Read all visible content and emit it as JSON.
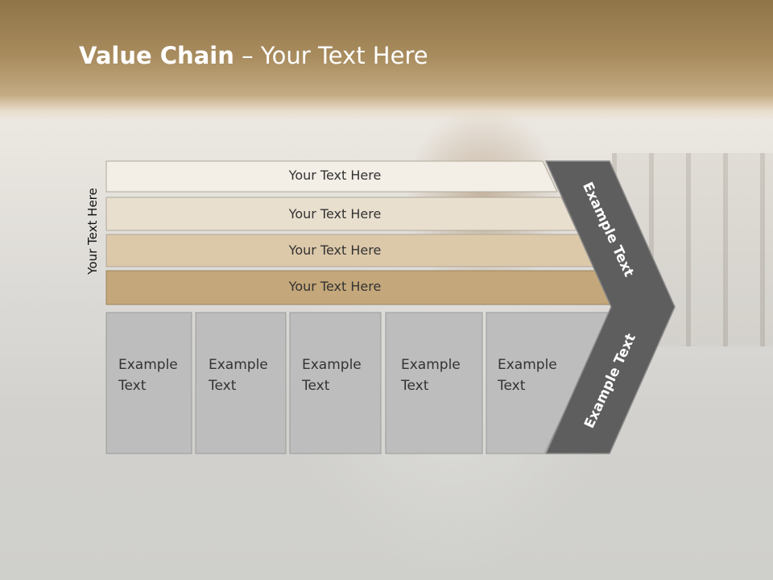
{
  "title": {
    "bold": "Value Chain",
    "rest": " – Your Text Here"
  },
  "side_label": "Your Text Here",
  "rows": [
    {
      "label": "Your Text Here",
      "color": "#f3eee6"
    },
    {
      "label": "Your Text Here",
      "color": "#e9dfcf"
    },
    {
      "label": "Your Text Here",
      "color": "#dcc9aa"
    },
    {
      "label": "Your Text Here",
      "color": "#c4a77a"
    }
  ],
  "boxes": [
    {
      "line1": "Example",
      "line2": "Text"
    },
    {
      "line1": "Example",
      "line2": "Text"
    },
    {
      "line1": "Example",
      "line2": "Text"
    },
    {
      "line1": "Example",
      "line2": "Text"
    },
    {
      "line1": "Example",
      "line2": "Text"
    }
  ],
  "chevron": {
    "upper": "Example Text",
    "lower": "Example Text"
  },
  "colors": {
    "chevron": "#5e5e5e",
    "box": "#bdbdbd",
    "header": "#a88c5e"
  }
}
